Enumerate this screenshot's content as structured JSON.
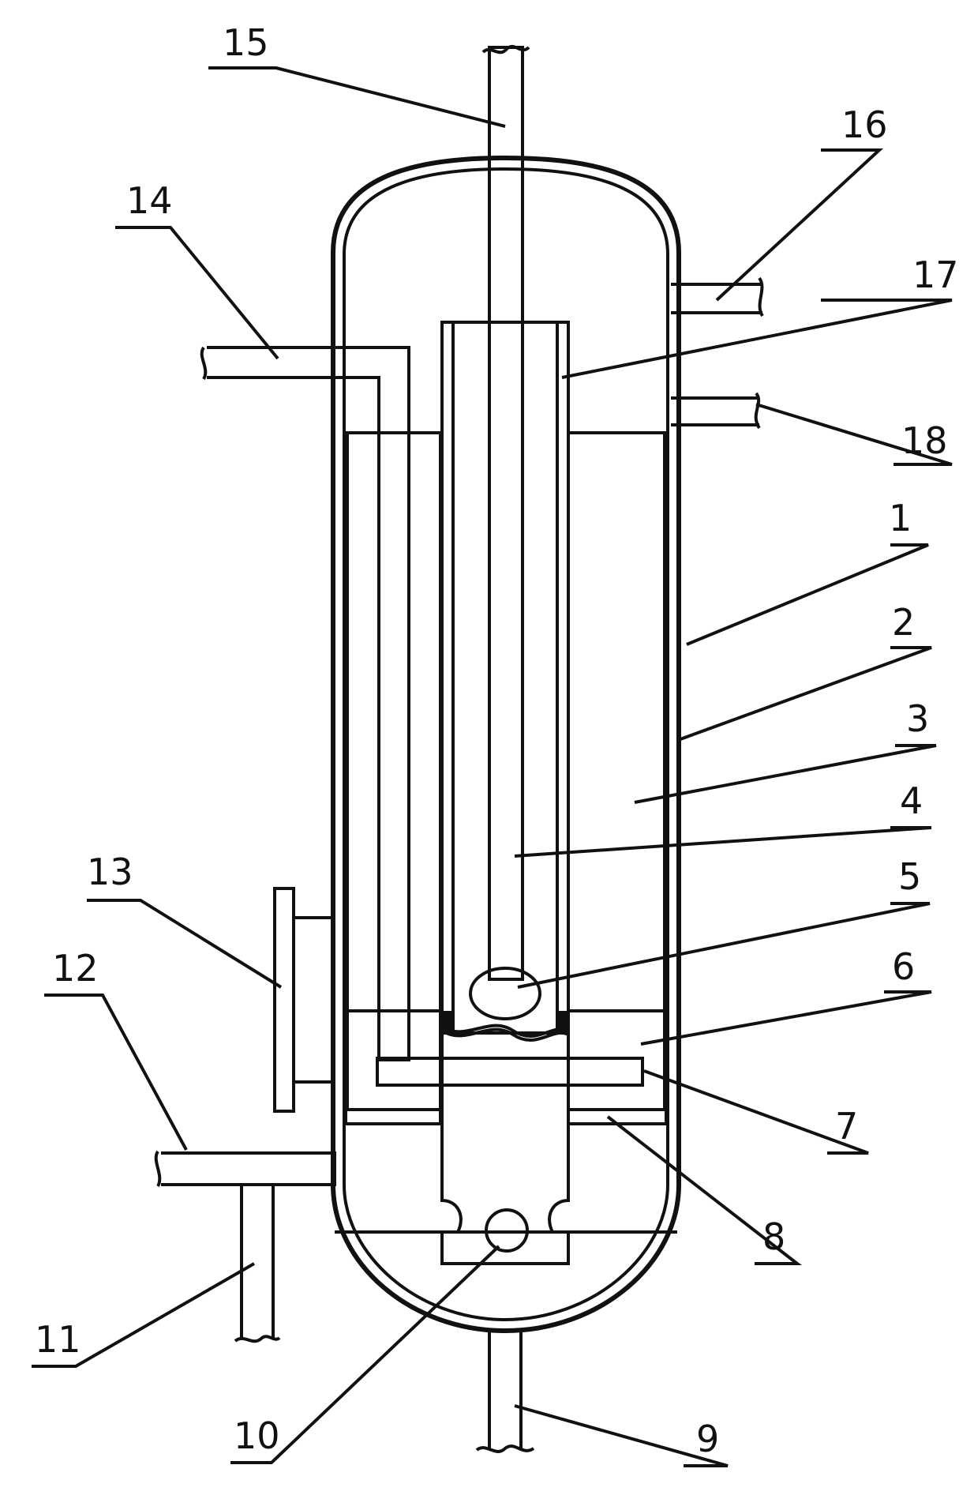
{
  "figure": {
    "callout_numbers": [
      "1",
      "2",
      "3",
      "4",
      "5",
      "6",
      "7",
      "8",
      "9",
      "10",
      "11",
      "12",
      "13",
      "14",
      "15",
      "16",
      "17",
      "18"
    ]
  },
  "colors": {
    "ink": "#111111",
    "background": "#ffffff"
  }
}
